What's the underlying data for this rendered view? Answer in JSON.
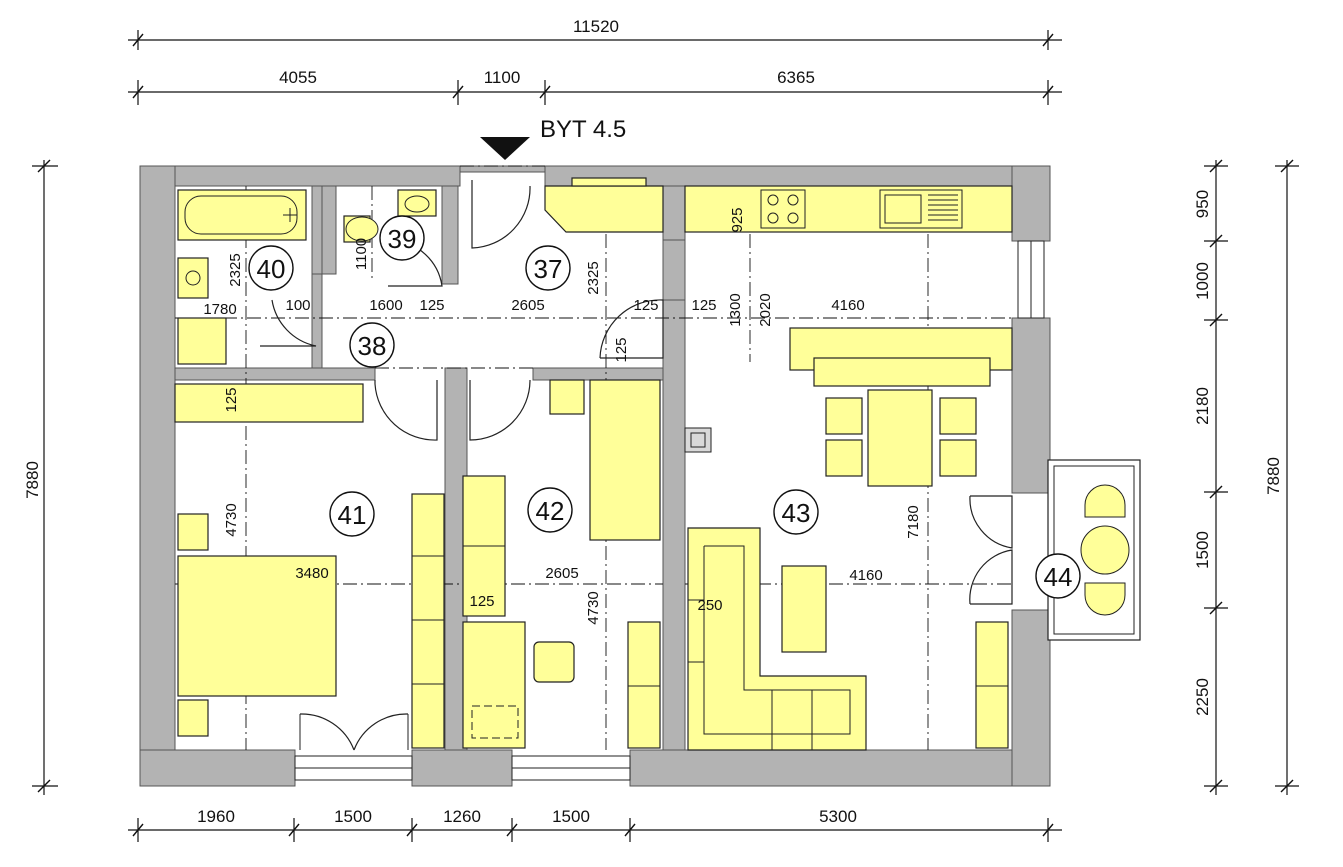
{
  "title": "BYT 4.5",
  "colors": {
    "wall": "#b3b3b3",
    "furniture": "#ffff99",
    "line": "#111111",
    "background": "#ffffff"
  },
  "top_dims": {
    "total": "11520",
    "segments": [
      "4055",
      "1100",
      "6365"
    ]
  },
  "bottom_dims": [
    "1960",
    "1500",
    "1260",
    "1500",
    "5300"
  ],
  "left_dim": "7880",
  "right_dims": {
    "segments": [
      "950",
      "1000",
      "2180",
      "1500",
      "2250"
    ],
    "total": "7880"
  },
  "rooms": [
    {
      "number": "37"
    },
    {
      "number": "38"
    },
    {
      "number": "39"
    },
    {
      "number": "40"
    },
    {
      "number": "41"
    },
    {
      "number": "42"
    },
    {
      "number": "43"
    },
    {
      "number": "44"
    }
  ],
  "inner_dims": {
    "d_2325_bath": "2325",
    "d_1780": "1780",
    "d_100": "100",
    "d_1600": "1600",
    "d_125_a": "125",
    "d_2605_hall": "2605",
    "d_2325_hall": "2325",
    "d_1100": "1100",
    "d_125_b": "125",
    "d_125_c": "125",
    "d_1300": "1300",
    "d_2020": "2020",
    "d_4160_top": "4160",
    "d_925": "925",
    "d_125_d": "125",
    "d_125_e": "125",
    "d_4730_left": "4730",
    "d_3480": "3480",
    "d_2605_mid": "2605",
    "d_125_f": "125",
    "d_4730_mid": "4730",
    "d_250": "250",
    "d_4160_mid": "4160",
    "d_7180": "7180"
  }
}
